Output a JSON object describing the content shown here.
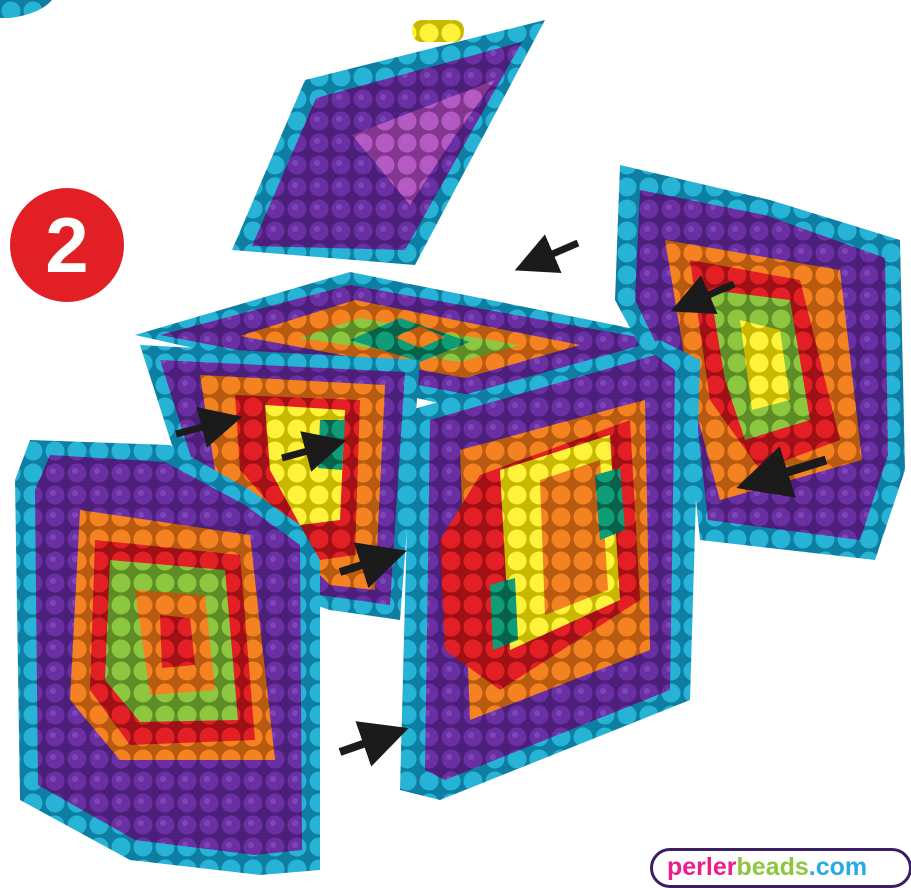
{
  "step": {
    "number": "2",
    "badge_color": "#e31f26"
  },
  "brand": {
    "parts": [
      {
        "text": "perler",
        "color": "#ec1c8c"
      },
      {
        "text": "beads",
        "color": "#8dc63f"
      },
      {
        "text": ".com",
        "color": "#29abe2"
      }
    ]
  },
  "palette": {
    "purple": "#6a2fa3",
    "cyan": "#26b3d6",
    "orange": "#f58220",
    "red": "#e31f26",
    "yellow": "#fff23a",
    "green": "#8dc63f",
    "teal": "#0f9c76",
    "pink": "#c061c8",
    "arrow": "#1b1b1b"
  },
  "diagram": {
    "description_items": [
      "lid-panel",
      "top-panel",
      "back-right-panel",
      "back-left-panel",
      "front-left-panel",
      "front-right-panel",
      "assembly-arrows"
    ]
  }
}
